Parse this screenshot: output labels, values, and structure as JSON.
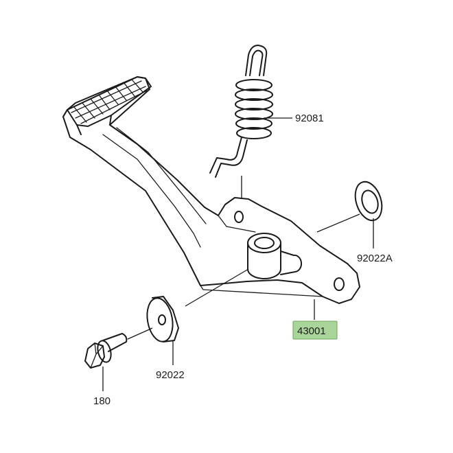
{
  "diagram": {
    "highlight_color": "#a9d59a",
    "highlight_border": "#6aa35a",
    "labels": {
      "spring": "92081",
      "washer_right": "92022A",
      "pedal": "43001",
      "washer_left": "92022",
      "bolt": "180"
    }
  }
}
